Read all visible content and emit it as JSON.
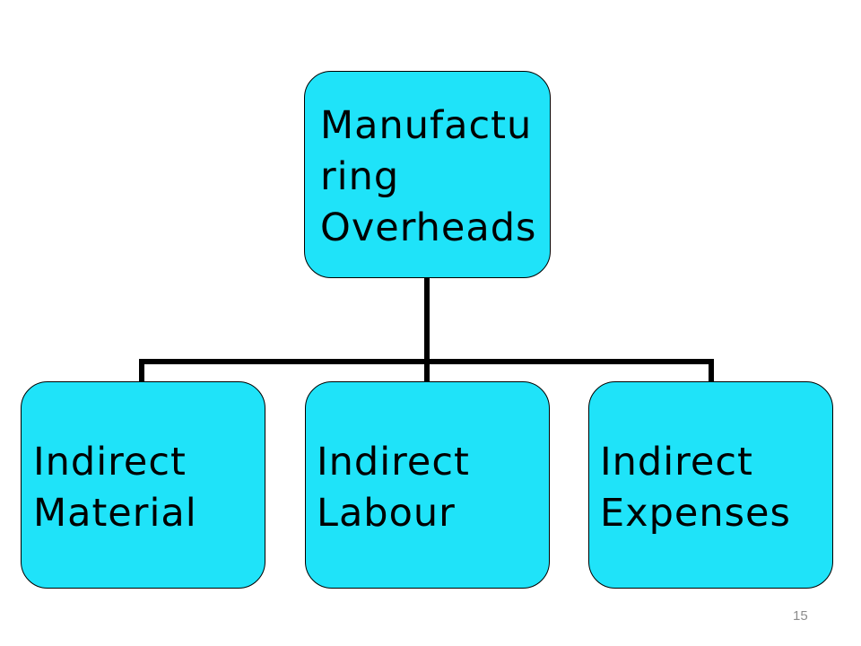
{
  "diagram": {
    "root": {
      "label": "Manufactu\nring\nOverheads"
    },
    "children": [
      {
        "label": "Indirect\nMaterial"
      },
      {
        "label": "Indirect\nLabour"
      },
      {
        "label": "Indirect\nExpenses"
      }
    ]
  },
  "footer": {
    "page_number": "15"
  },
  "colors": {
    "box_fill": "#1fe3f9",
    "connector": "#000000",
    "page_number": "#8c8c8c"
  }
}
